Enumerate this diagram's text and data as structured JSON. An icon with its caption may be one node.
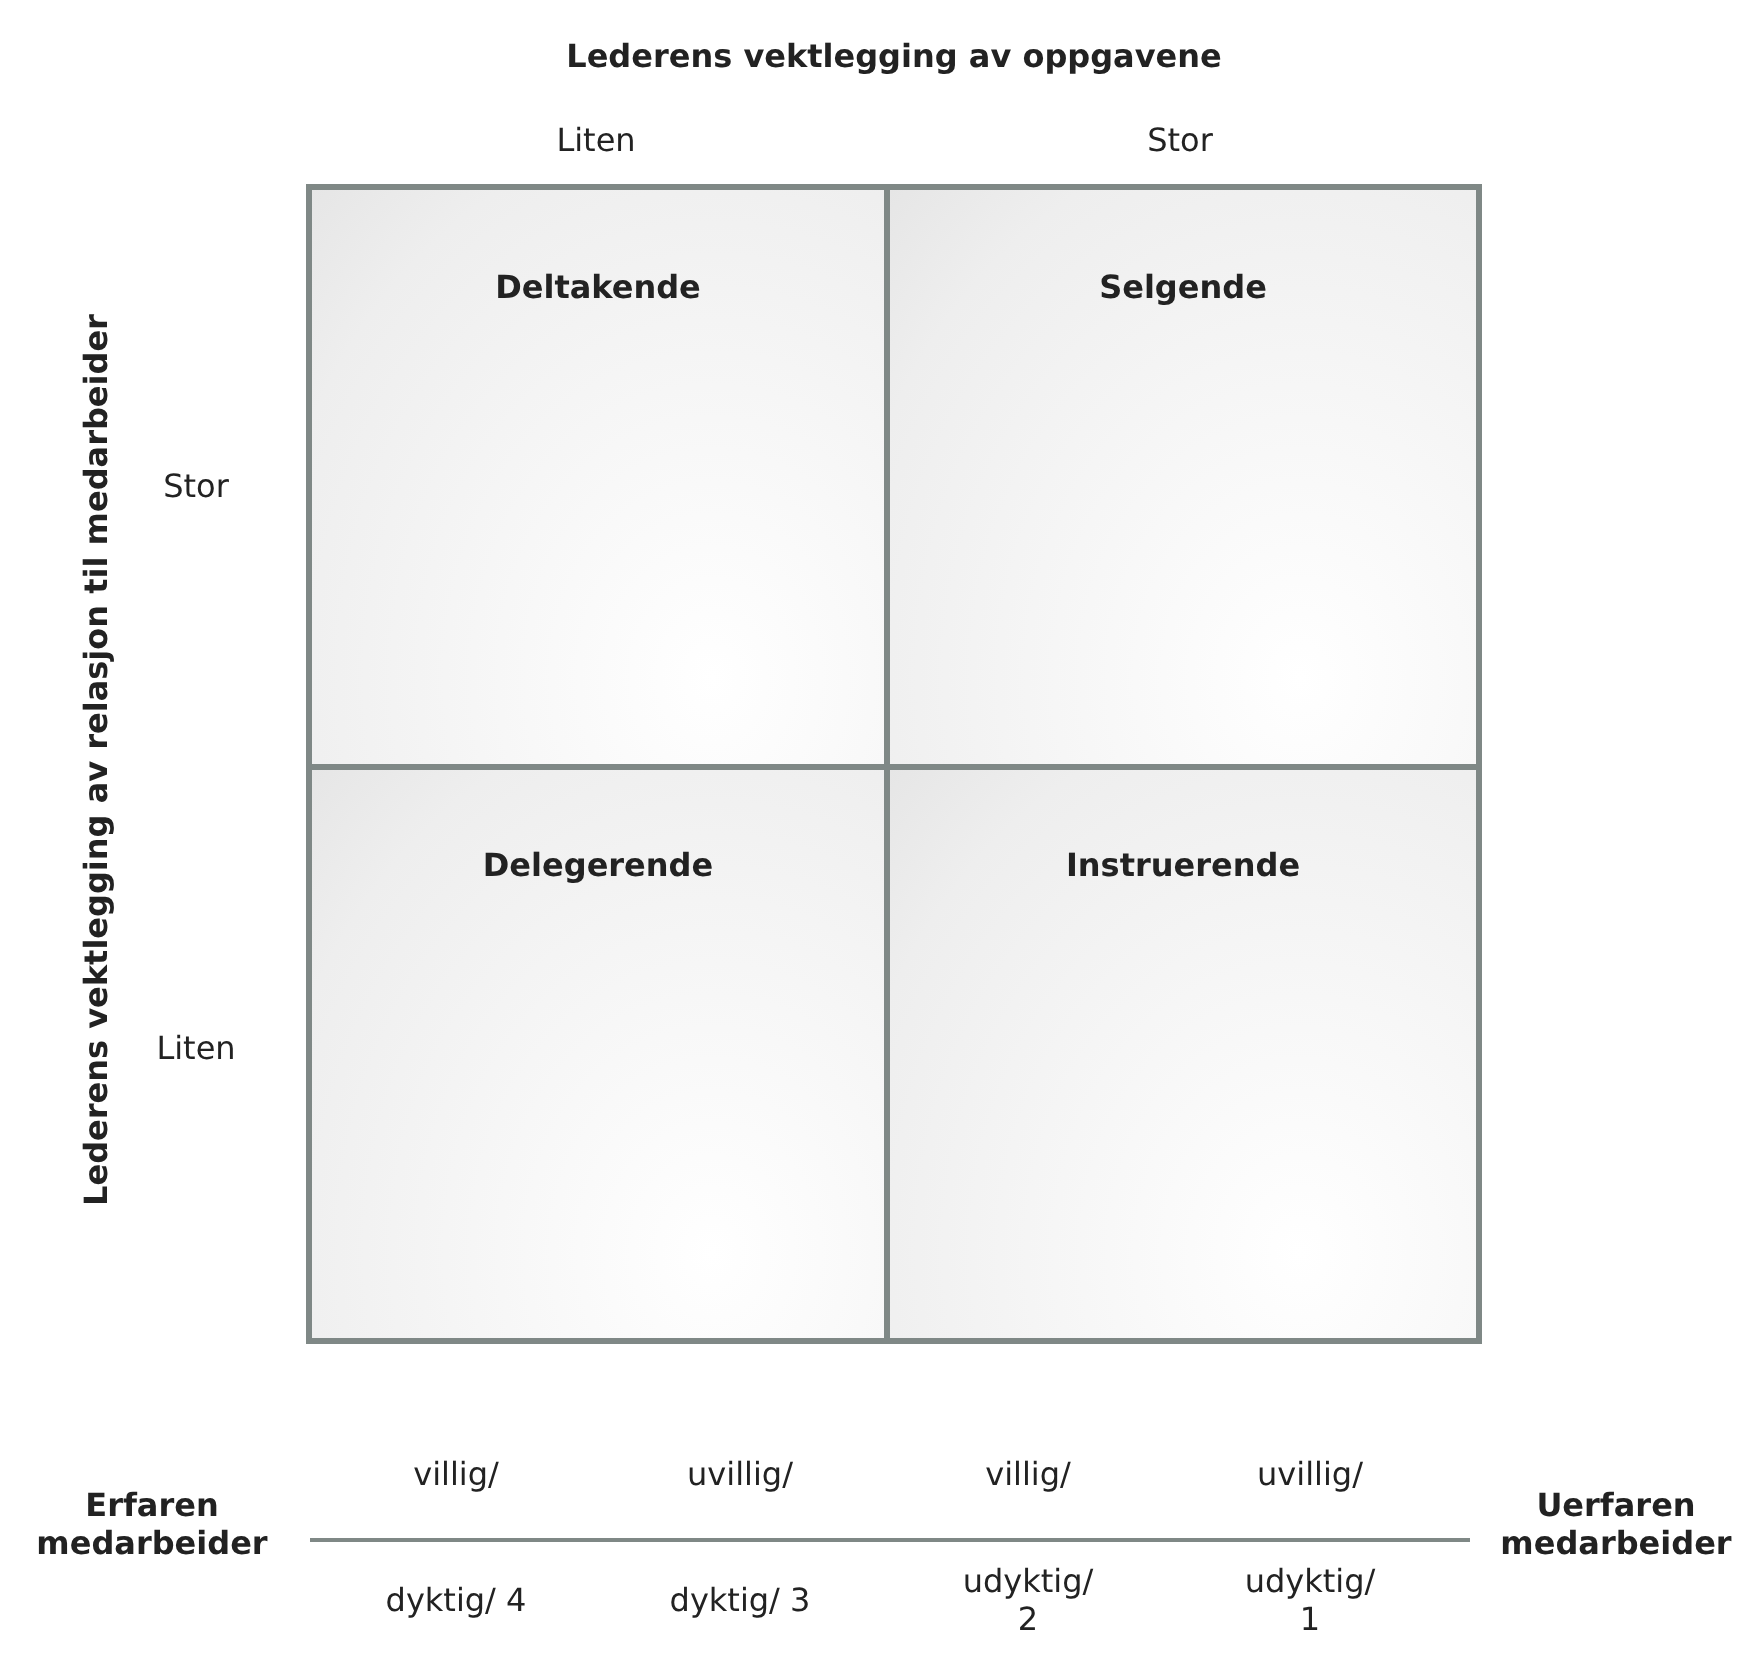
{
  "diagram": {
    "nodes": [
      {
        "text": [
          "Deltakende"
        ]
      },
      {
        "text": [
          "Selgende"
        ]
      },
      {
        "text": [
          "Delegerende"
        ]
      },
      {
        "text": [
          "Instruerende"
        ]
      }
    ],
    "labels": [
      "Lederens vektlegging av oppgavene",
      "Liten",
      "Stor",
      "Lederens vektlegging av relasjon til medarbeider",
      "Stor",
      "Liten",
      "Erfaren medarbeider",
      "villig/",
      "uvillig/",
      "villig/",
      "uvillig/",
      "Uerfaren medarbeider",
      "dyktig/ 4",
      "dyktig/ 3",
      "udyktig/ 2",
      "udyktig/ 1"
    ]
  }
}
